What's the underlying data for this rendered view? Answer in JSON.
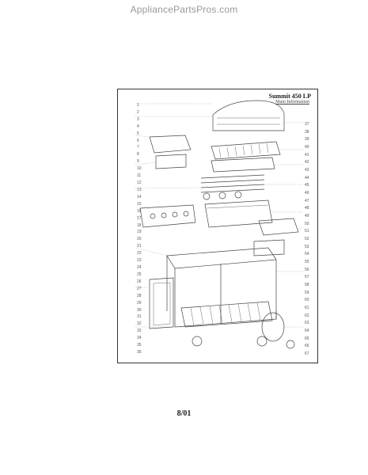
{
  "header": {
    "site": "AppliancePartsPros.com"
  },
  "diagram": {
    "title": "Summit 450 LP",
    "subtitle": "Main Information",
    "left_callouts": [
      "1",
      "2",
      "3",
      "4",
      "5",
      "6",
      "7",
      "8",
      "9",
      "10",
      "11",
      "12",
      "13",
      "14",
      "15",
      "16",
      "17",
      "18",
      "19",
      "20",
      "21",
      "22",
      "23",
      "24",
      "25",
      "26",
      "27",
      "28",
      "29",
      "30",
      "31",
      "32",
      "33",
      "34",
      "35",
      "36"
    ],
    "right_callouts": [
      "37",
      "38",
      "39",
      "40",
      "41",
      "42",
      "43",
      "44",
      "45",
      "46",
      "47",
      "48",
      "49",
      "50",
      "51",
      "52",
      "53",
      "54",
      "55",
      "56",
      "57",
      "58",
      "59",
      "60",
      "61",
      "62",
      "63",
      "64",
      "65",
      "66",
      "67"
    ]
  },
  "footer": {
    "date_code": "8/01"
  }
}
